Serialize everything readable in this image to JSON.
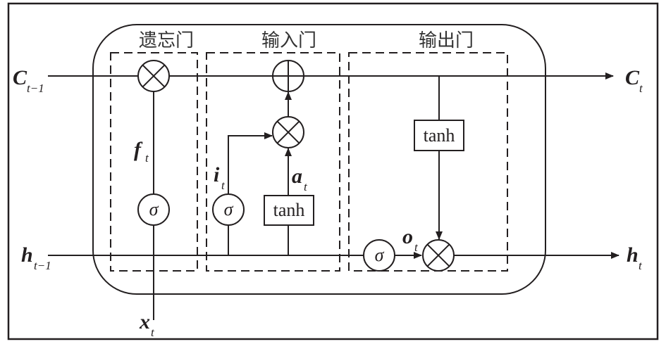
{
  "diagram": {
    "type": "lstm-cell",
    "gates": {
      "forget": {
        "label": "遗忘门"
      },
      "input": {
        "label": "输入门"
      },
      "output": {
        "label": "输出门"
      }
    },
    "inputs": {
      "cell_prev": {
        "main": "C",
        "sub": "t−1"
      },
      "hidden_prev": {
        "main": "h",
        "sub": "t−1"
      },
      "x": {
        "main": "x",
        "sub": "t"
      }
    },
    "outputs": {
      "cell": {
        "main": "C",
        "sub": "t"
      },
      "hidden": {
        "main": "h",
        "sub": "t"
      }
    },
    "signals": {
      "f": {
        "main": "f",
        "sub": "t"
      },
      "i": {
        "main": "i",
        "sub": "t"
      },
      "a": {
        "main": "a",
        "sub": "t"
      },
      "o": {
        "main": "o",
        "sub": "t"
      }
    },
    "ops": {
      "sigma": "σ",
      "tanh": "tanh"
    },
    "colors": {
      "ink": "#231f20",
      "label": "#333333",
      "background": "#ffffff"
    }
  }
}
